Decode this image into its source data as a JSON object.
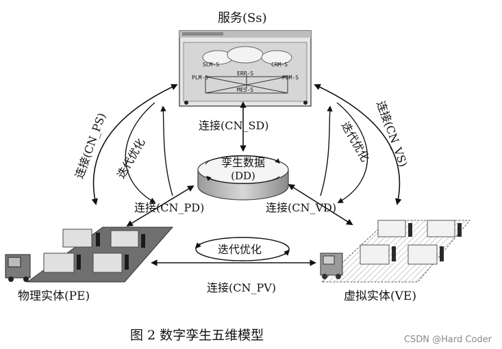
{
  "nodes": {
    "service": {
      "label": "服务(Ss)"
    },
    "twin_data": {
      "label_line1": "孪生数据",
      "label_line2": "(DD)"
    },
    "physical": {
      "label": "物理实体(PE)"
    },
    "virtual": {
      "label": "虚拟实体(VE)"
    }
  },
  "screen": {
    "modules": {
      "scm": "SCM-S",
      "crm": "CRM-S",
      "erp": "ERP-S",
      "plm": "PLM-S",
      "pdm": "PDM-S",
      "mes": "MES-S"
    }
  },
  "connections": {
    "cn_sd": "连接(CN_SD)",
    "cn_ps": "连接(CN_PS)",
    "cn_vs": "连接(CN_VS)",
    "cn_pd": "连接(CN_PD)",
    "cn_vd": "连接(CN_VD)",
    "cn_pv": "连接(CN_PV)"
  },
  "iterations": {
    "left": "迭代优化",
    "right": "迭代优化",
    "bottom": "迭代优化"
  },
  "caption": "图 2  数字孪生五维模型",
  "watermark": "CSDN @Hard Coder"
}
